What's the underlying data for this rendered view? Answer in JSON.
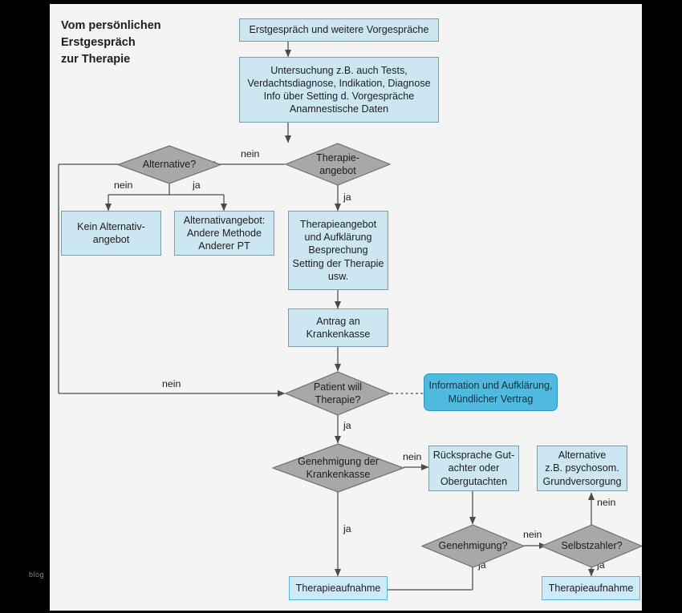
{
  "meta": {
    "watermark": "blog",
    "title": "Vom persönlichen\nErstgespräch\nzur Therapie"
  },
  "colors": {
    "page_background": "#f4f4f4",
    "outer_background": "#000000",
    "box_fill": "#cde7f2",
    "box_border": "#7e9aa6",
    "diamond_fill": "#a8a8a8",
    "diamond_border": "#6f6f6f",
    "accent_fill": "#4fb9e0",
    "accent_border": "#2e97c0",
    "terminal_fill": "#cfeaf7",
    "terminal_border": "#4fb9e0",
    "edge_stroke": "#4a4a4a",
    "text": "#1d1d1d"
  },
  "nodes": {
    "erstgespraech": {
      "label": "Erstgespräch und weitere Vorgespräche",
      "type": "process"
    },
    "untersuchung": {
      "label": "Untersuchung z.B. auch Tests,\nVerdachtsdiagnose, Indikation, Diagnose\nInfo über Setting d. Vorgespräche\nAnamnestische Daten",
      "type": "process"
    },
    "therapieangebot_decision": {
      "label": "Therapie-\nangebot",
      "type": "decision"
    },
    "alternative_decision": {
      "label": "Alternative?",
      "type": "decision"
    },
    "kein_alternativangebot": {
      "label": "Kein Alternativ-\nangebot",
      "type": "process"
    },
    "alternativangebot": {
      "label": "Alternativangebot:\nAndere Methode\nAnderer PT",
      "type": "process"
    },
    "therapieangebot_aufklaerung": {
      "label": "Therapieangebot\nund Aufklärung\nBesprechung\nSetting der Therapie\nusw.",
      "type": "process"
    },
    "antrag": {
      "label": "Antrag an\nKrankenkasse",
      "type": "process"
    },
    "patient_will_therapie": {
      "label": "Patient will\nTherapie?",
      "type": "decision"
    },
    "information_aufklaerung": {
      "label": "Information und Aufklärung,\nMündlicher Vertrag",
      "type": "accent"
    },
    "genehmigung_krankenkasse": {
      "label": "Genehmigung der\nKrankenkasse",
      "type": "decision"
    },
    "ruecksprache": {
      "label": "Rücksprache Gut-\nachter oder\nObergutachten",
      "type": "process"
    },
    "alternative_psychosom": {
      "label": "Alternative\nz.B. psychosom.\nGrundversorgung",
      "type": "process"
    },
    "genehmigung_decision": {
      "label": "Genehmigung?",
      "type": "decision"
    },
    "selbstzahler_decision": {
      "label": "Selbstzahler?",
      "type": "decision"
    },
    "therapieaufnahme_left": {
      "label": "Therapieaufnahme",
      "type": "terminal"
    },
    "therapieaufnahme_right": {
      "label": "Therapieaufnahme",
      "type": "terminal"
    }
  },
  "edge_labels": {
    "therapieangebot_nein": "nein",
    "therapieangebot_ja": "ja",
    "alternative_nein": "nein",
    "alternative_ja": "ja",
    "patient_nein": "nein",
    "patient_ja": "ja",
    "genehmigung_kk_nein": "nein",
    "genehmigung_kk_ja": "ja",
    "genehmigung_nein": "nein",
    "genehmigung_ja": "ja",
    "selbstzahler_nein": "nein",
    "selbstzahler_ja": "ja"
  }
}
